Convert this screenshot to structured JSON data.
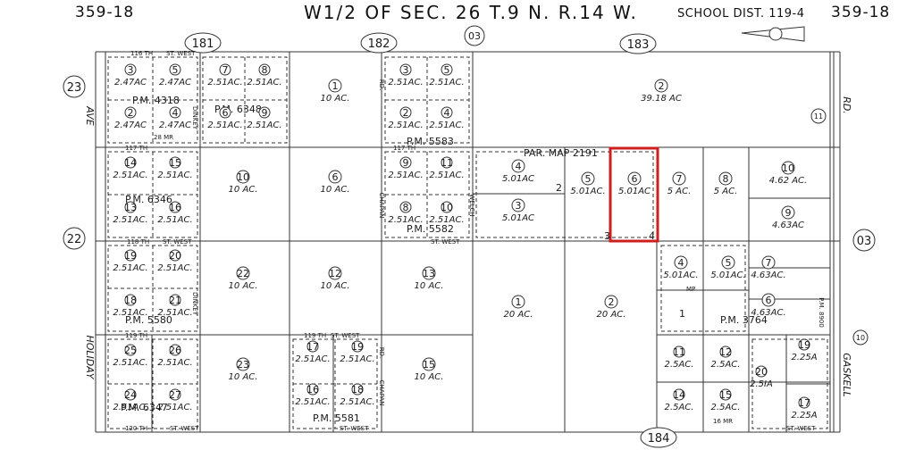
{
  "header": {
    "ref_left": "359-18",
    "title": "W1/2 OF SEC. 26 T.9 N. R.14 W.",
    "school_dist": "SCHOOL DIST. 119-4",
    "ref_right": "359-18"
  },
  "map_books": [
    "181",
    "182",
    "03",
    "183",
    "23",
    "22",
    "03",
    "184",
    "11",
    "10"
  ],
  "roads": {
    "ave_left": "AVE",
    "holiday": "HOLIDAY",
    "dinkey_upper": "DINKEY",
    "dinkey_lower": "DINKEY",
    "chapan_upper": "CHAPAN",
    "chapan_lower": "CHAPAN",
    "rd_upper": "RD.",
    "rd_lower": "RD.",
    "welch": "WELCH",
    "rd_right": "RD.",
    "gaskell": "GASKELL",
    "st_116": "116 TH",
    "st_117": "117 TH",
    "st_118": "118 TH",
    "st_119": "119 TH",
    "st_120": "120 TH",
    "st_west": "ST. WEST",
    "pm_8900": "P.M. 8900"
  },
  "parcel_maps": {
    "pm_4318": "P.M. 4318",
    "mr_28": "28 MR",
    "pm_6348": "P.M. 6348",
    "pm_5583": "P.M. 5583",
    "pm_6346": "P.M. 6346",
    "pm_5582": "P.M. 5582",
    "pm_5580": "P.M. 5580",
    "pm_6347": "P.M. 6347",
    "pm_5581": "P.M. 5581",
    "par_map_2191": "PAR. MAP 2191",
    "pm_3764": "P.M. 3764",
    "mr_16": "16 MR",
    "mp_13": "MP"
  },
  "parcels": [
    {
      "num": "3",
      "area": "2.47AC"
    },
    {
      "num": "5",
      "area": "2.47AC"
    },
    {
      "num": "2",
      "area": "2.47AC"
    },
    {
      "num": "4",
      "area": "2.47AC"
    },
    {
      "num": "7",
      "area": "2.51AC."
    },
    {
      "num": "8",
      "area": "2.51AC."
    },
    {
      "num": "6",
      "area": "2.51AC."
    },
    {
      "num": "9",
      "area": "2.51AC."
    },
    {
      "num": "1",
      "area": "10 AC."
    },
    {
      "num": "3",
      "area": "2.51AC."
    },
    {
      "num": "5",
      "area": "2.51AC."
    },
    {
      "num": "2",
      "area": "2.51AC."
    },
    {
      "num": "4",
      "area": "2.51AC."
    },
    {
      "num": "2",
      "area": "39.18 AC"
    },
    {
      "num": "14",
      "area": "2.51AC."
    },
    {
      "num": "15",
      "area": "2.51AC."
    },
    {
      "num": "13",
      "area": "2.51AC."
    },
    {
      "num": "16",
      "area": "2.51AC."
    },
    {
      "num": "10",
      "area": "10 AC."
    },
    {
      "num": "6",
      "area": "10 AC."
    },
    {
      "num": "9",
      "area": "2.51AC."
    },
    {
      "num": "11",
      "area": "2.51AC."
    },
    {
      "num": "8",
      "area": "2.51AC."
    },
    {
      "num": "10",
      "area": "2.51AC."
    },
    {
      "num": "4",
      "area": "5.01AC"
    },
    {
      "num": "3",
      "area": "5.01AC"
    },
    {
      "num": "5",
      "area": "5.01AC."
    },
    {
      "num": "6",
      "area": "5.01AC"
    },
    {
      "num": "7",
      "area": "5 AC."
    },
    {
      "num": "8",
      "area": "5 AC."
    },
    {
      "num": "10",
      "area": "4.62 AC."
    },
    {
      "num": "9",
      "area": "4.63AC"
    },
    {
      "num": "19",
      "area": "2.51AC."
    },
    {
      "num": "20",
      "area": "2.51AC."
    },
    {
      "num": "18",
      "area": "2.51AC."
    },
    {
      "num": "21",
      "area": "2.51AC."
    },
    {
      "num": "22",
      "area": "10 AC."
    },
    {
      "num": "12",
      "area": "10 AC."
    },
    {
      "num": "13",
      "area": "10 AC."
    },
    {
      "num": "1",
      "area": "20 AC."
    },
    {
      "num": "2",
      "area": "20 AC."
    },
    {
      "num": "4",
      "area": "5.01AC."
    },
    {
      "num": "5",
      "area": "5.01AC."
    },
    {
      "num": "7",
      "area": "4.63AC."
    },
    {
      "num": "6",
      "area": "4.63AC."
    },
    {
      "num": "25",
      "area": "2.51AC."
    },
    {
      "num": "26",
      "area": "2.51AC."
    },
    {
      "num": "24",
      "area": "2.51AC."
    },
    {
      "num": "27",
      "area": "2.51AC."
    },
    {
      "num": "23",
      "area": "10 AC."
    },
    {
      "num": "17",
      "area": "2.51AC."
    },
    {
      "num": "19",
      "area": "2.51AC."
    },
    {
      "num": "16",
      "area": "2.51AC."
    },
    {
      "num": "18",
      "area": "2.51AC."
    },
    {
      "num": "15",
      "area": "10 AC."
    },
    {
      "num": "11",
      "area": "2.5AC."
    },
    {
      "num": "12",
      "area": "2.5AC."
    },
    {
      "num": "14",
      "area": "2.5AC."
    },
    {
      "num": "15",
      "area": "2.5AC."
    },
    {
      "num": "19",
      "area": "2.25A"
    },
    {
      "num": "20",
      "area": "2.5IA"
    },
    {
      "num": "17",
      "area": "2.25A"
    }
  ],
  "lot_numbers": [
    "1",
    "2",
    "3",
    "4"
  ],
  "highlight_color": "#cc1f1f"
}
